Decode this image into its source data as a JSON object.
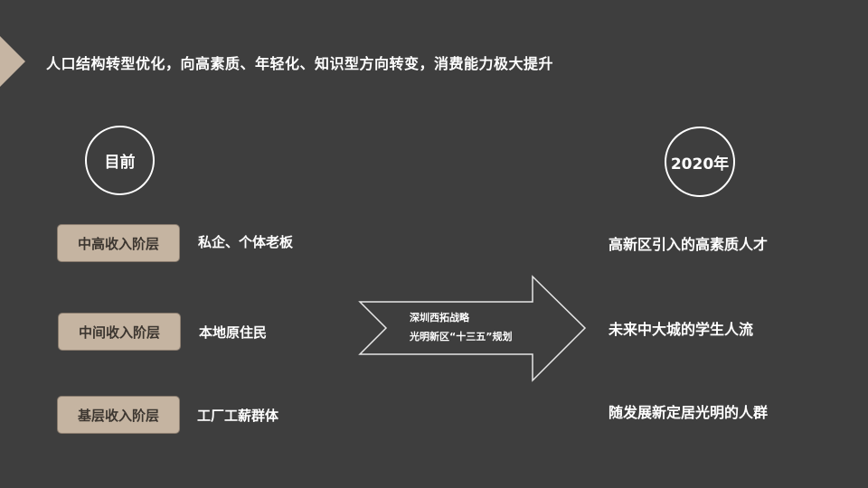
{
  "slide": {
    "headline": "人口结构转型优化，向高素质、年轻化、知识型方向转变，消费能力极大提升",
    "colors": {
      "background": "#3e3e3e",
      "accent_tan": "#c5b4a1",
      "tier_text": "#3c3630",
      "text": "#ffffff"
    }
  },
  "current": {
    "label": "目前",
    "tiers": [
      {
        "label": "中高收入阶层",
        "description": "私企、个体老板"
      },
      {
        "label": "中间收入阶层",
        "description": "本地原住民"
      },
      {
        "label": "基层收入阶层",
        "description": "工厂工薪群体"
      }
    ]
  },
  "transition_arrow": {
    "line_1": "深圳西拓战略",
    "line_2": "光明新区“十三五”规划"
  },
  "future": {
    "label": "2020年",
    "groups": [
      "高新区引入的高素质人才",
      "未来中大城的学生人流",
      "随发展新定居光明的人群"
    ]
  }
}
